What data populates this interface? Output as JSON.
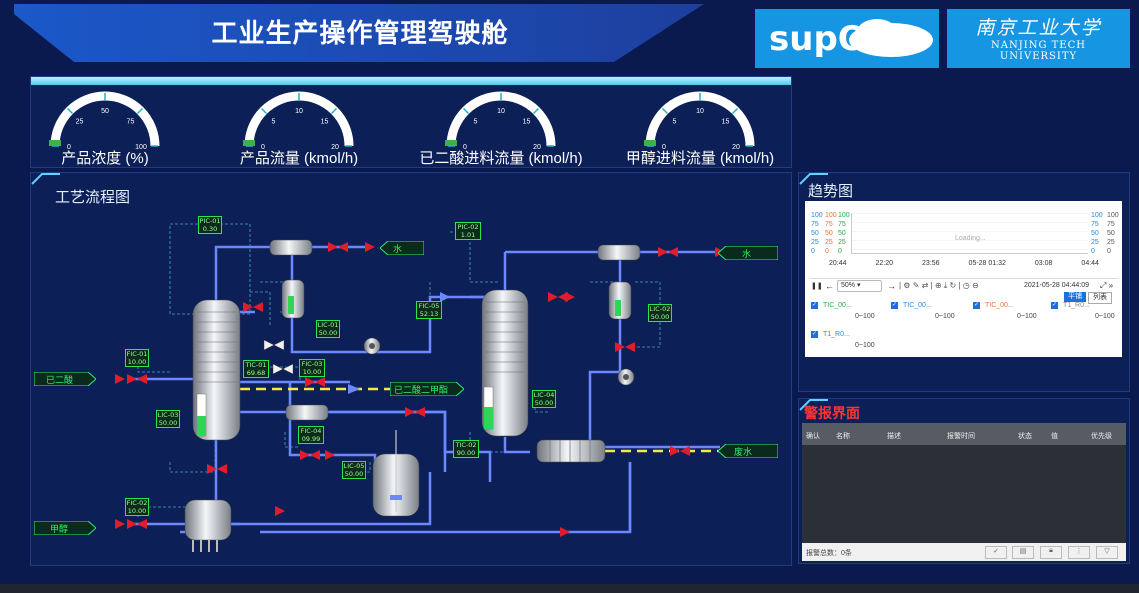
{
  "header": {
    "title": "工业生产操作管理驾驶舱",
    "logo_supos": "supOS",
    "logo_university_cn": "南京工业大学",
    "logo_university_en_1": "NANJING TECH",
    "logo_university_en_2": "UNIVERSITY"
  },
  "gauges": [
    {
      "label": "产品浓度 (%)",
      "ticks": [
        "0",
        "25",
        "50",
        "75",
        "100"
      ],
      "value_fraction": 0.03
    },
    {
      "label": "产品流量 (kmol/h)",
      "ticks": [
        "0",
        "5",
        "10",
        "15",
        "20"
      ],
      "value_fraction": 0.0
    },
    {
      "label": "已二酸进料流量 (kmol/h)",
      "ticks": [
        "0",
        "5",
        "10",
        "15",
        "20"
      ],
      "value_fraction": 0.03
    },
    {
      "label": "甲醇进料流量 (kmol/h)",
      "ticks": [
        "0",
        "5",
        "10",
        "15",
        "20"
      ],
      "value_fraction": 0.03
    }
  ],
  "process": {
    "title": "工艺流程图",
    "streams": {
      "water_1": "水",
      "water_2": "水",
      "adipic_acid": "已二酸",
      "methanol": "甲醇",
      "intermediate": "已二酸二甲酯",
      "waste_water": "废水"
    },
    "tags": {
      "pic01": {
        "name": "PIC-01",
        "value": "0.30"
      },
      "pic02": {
        "name": "PIC-02",
        "value": "1.01"
      },
      "fic01": {
        "name": "FIC-01",
        "value": "10.00"
      },
      "fic02": {
        "name": "FIC-02",
        "value": "10.00"
      },
      "fic03": {
        "name": "FIC-03",
        "value": "10.00"
      },
      "fic04": {
        "name": "FIC-04",
        "value": "09.99"
      },
      "fic05": {
        "name": "FIC-05",
        "value": "52.13"
      },
      "tic01": {
        "name": "TIC-01",
        "value": "69.68"
      },
      "tic02": {
        "name": "TIC-02",
        "value": "90.00"
      },
      "lic01": {
        "name": "LIC-01",
        "value": "50.00"
      },
      "lic02": {
        "name": "LIC-02",
        "value": "50.00"
      },
      "lic03": {
        "name": "LIC-03",
        "value": "50.00"
      },
      "lic04": {
        "name": "LIC-04",
        "value": "50.00"
      },
      "lic05": {
        "name": "LIC-05",
        "value": "50.00"
      }
    }
  },
  "trend": {
    "title": "趋势图",
    "y_left_1": [
      "100",
      "75",
      "50",
      "25",
      "0"
    ],
    "y_left_2": [
      "100",
      "75",
      "50",
      "25",
      "0"
    ],
    "y_left_3": [
      "100",
      "75",
      "50",
      "25",
      "0"
    ],
    "y_right_1": [
      "100",
      "75",
      "50",
      "25",
      "0"
    ],
    "y_right_2": [
      "100",
      "75",
      "50",
      "25",
      "0"
    ],
    "loading": "Loading...",
    "x_ticks": [
      "20:44",
      "22:20",
      "23:56",
      "05-28 01:32",
      "03:08",
      "04:44"
    ],
    "zoom": "50%",
    "timestamp": "2021-05-28 04:44:09",
    "btn_flat": "平铺",
    "btn_list": "列表",
    "tags": [
      {
        "name": "TIC_00...",
        "range": "0~100",
        "color": "#2aa84a"
      },
      {
        "name": "TIC_00...",
        "range": "0~100",
        "color": "#2a8ad8"
      },
      {
        "name": "TIC_00...",
        "range": "0~100",
        "color": "#e8703a"
      },
      {
        "name": "T1_R0...",
        "range": "0~100",
        "color": "#888888"
      },
      {
        "name": "T1_R0...",
        "range": "0~100",
        "color": "#2a8ad8"
      }
    ]
  },
  "alarm": {
    "title": "警报界面",
    "columns": [
      "确认",
      "名称",
      "描述",
      "报警时间",
      "状态",
      "值",
      "优先级"
    ],
    "footer": "报警总数：0条"
  },
  "colors": {
    "background": "#0b1a4e",
    "panel": "#0c1f56",
    "pipe_blue": "#5b7cff",
    "pipe_yellow": "#f5e94a",
    "valve": "#e21c2a",
    "tag_green": "#29e650",
    "gauge_accent": "#16b8c9"
  }
}
